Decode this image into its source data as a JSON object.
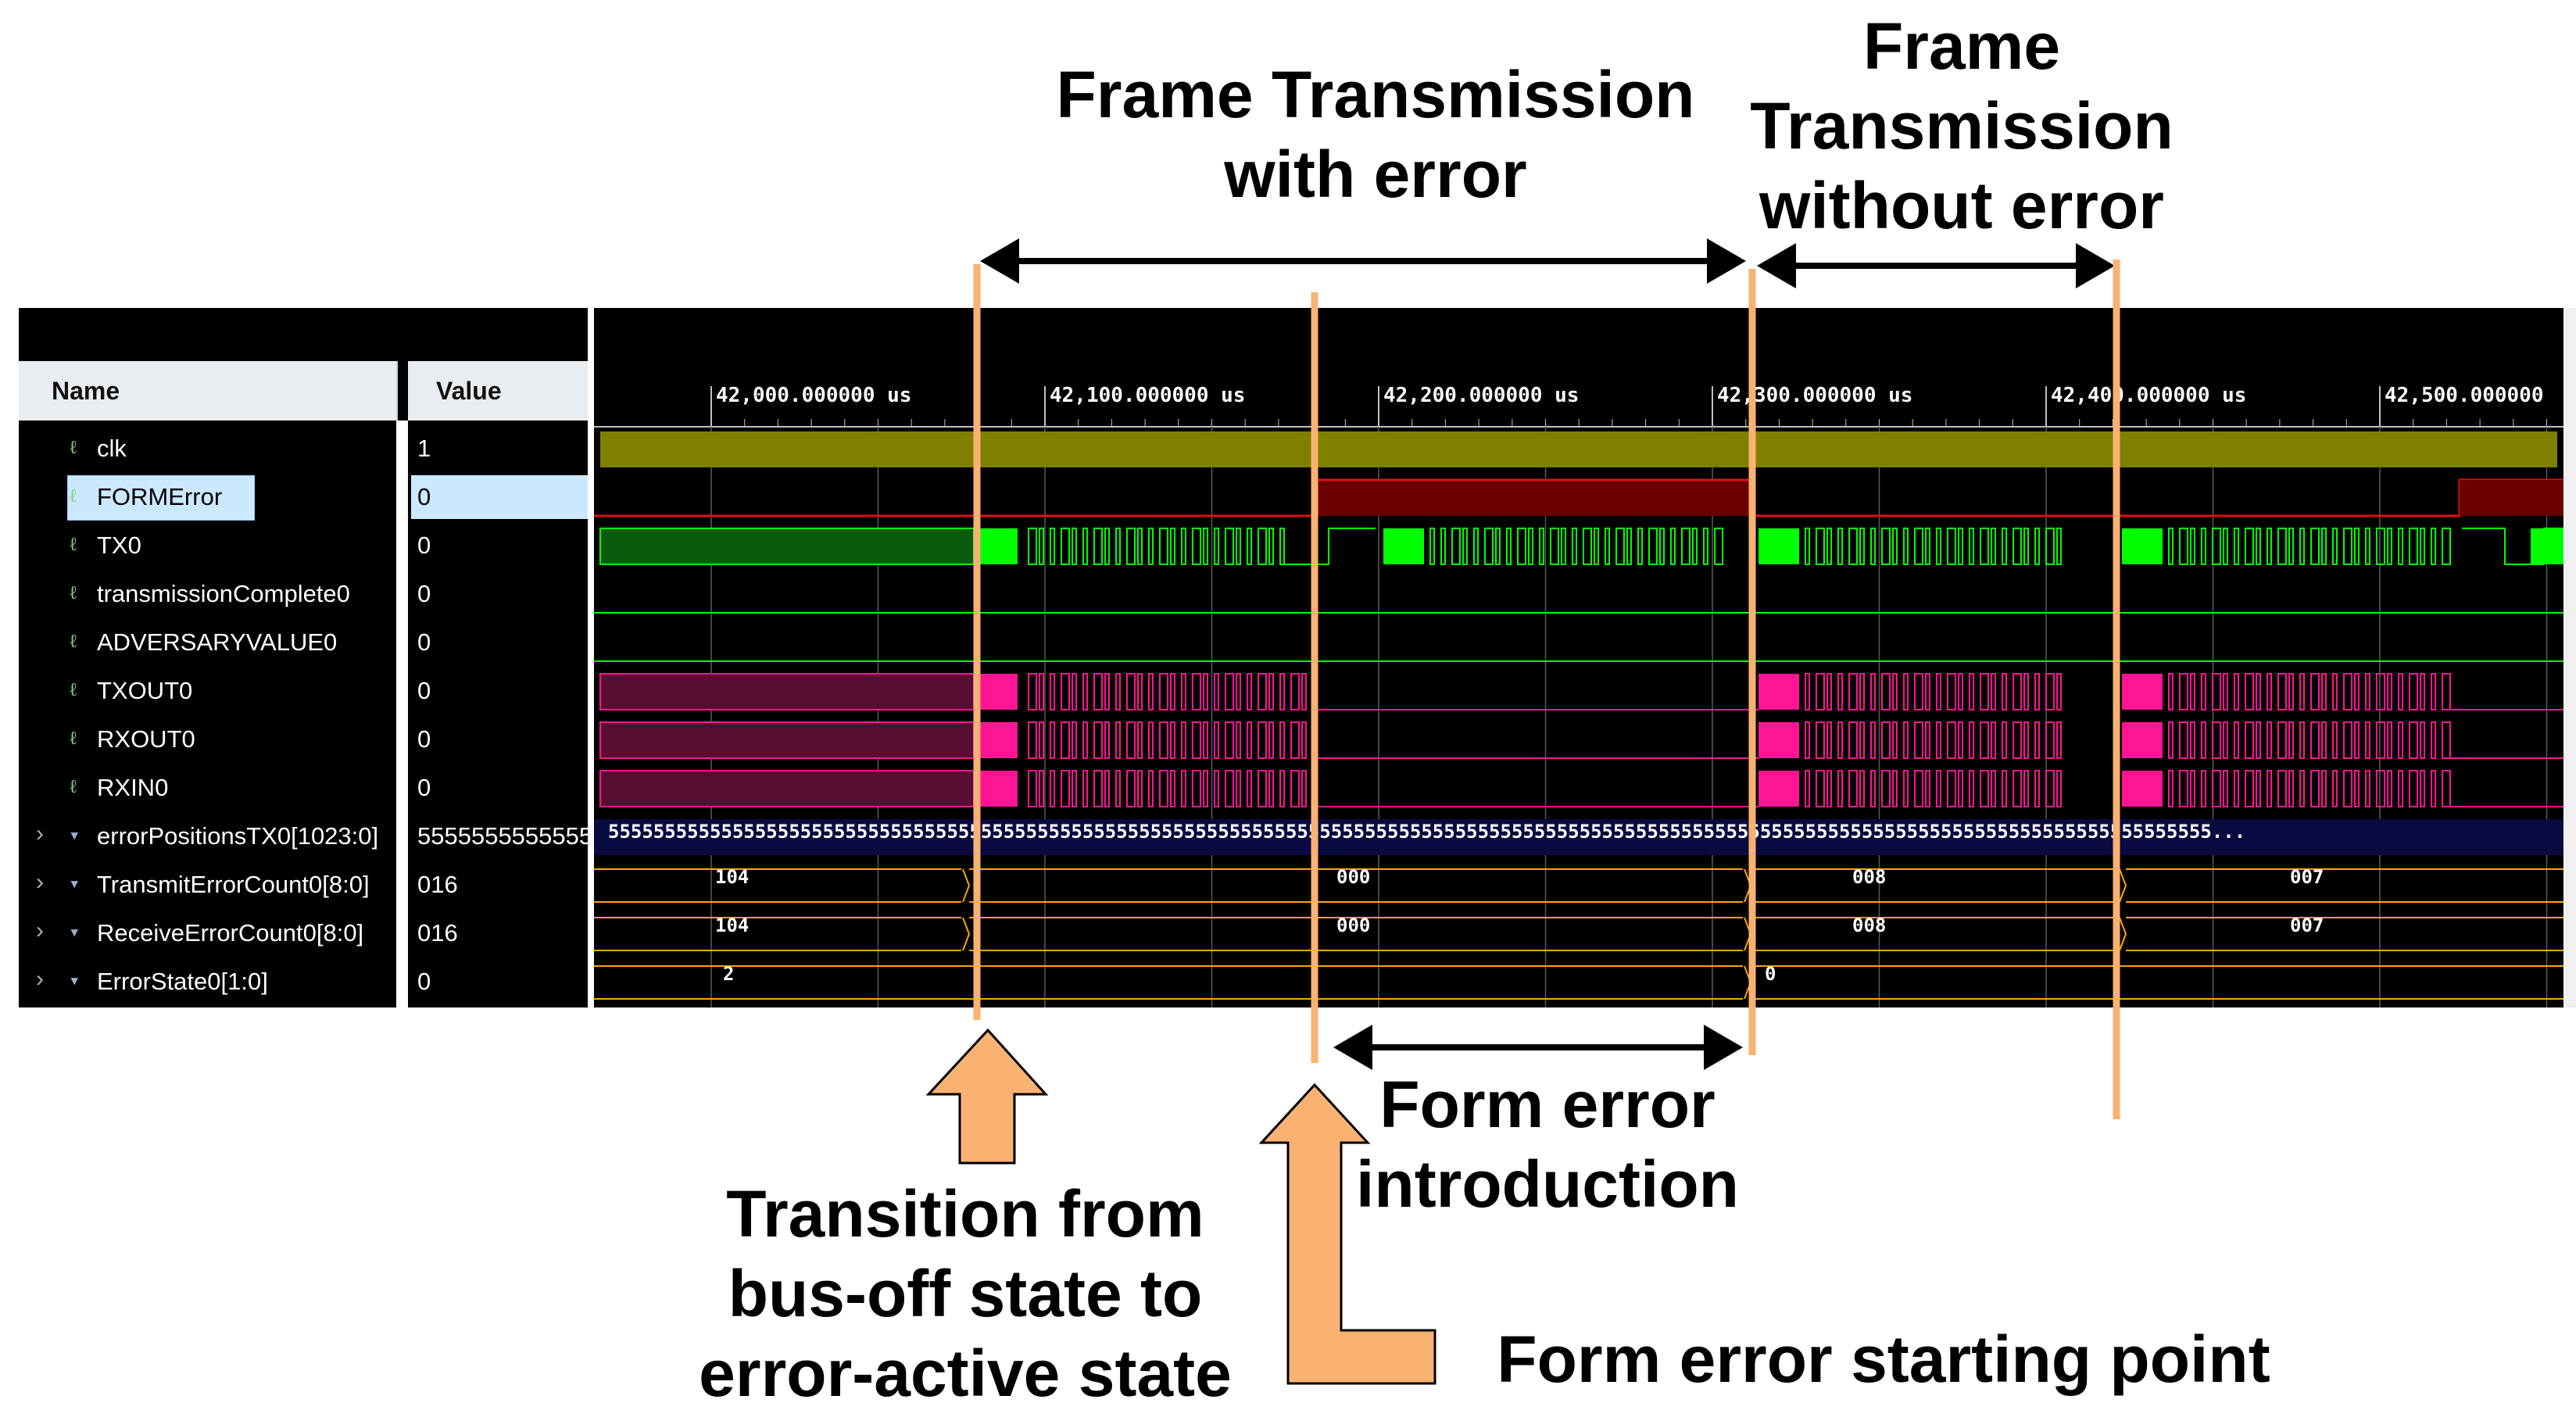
{
  "annotations": {
    "frame_with_error": [
      "Frame Transmission",
      "with error"
    ],
    "frame_without_error": [
      "Frame",
      "Transmission",
      "without error"
    ],
    "form_error_intro": [
      "Form error",
      "introduction"
    ],
    "transition": [
      "Transition from",
      "bus-off state to",
      "error-active state"
    ],
    "form_error_start": "Form error starting point"
  },
  "panel": {
    "name_header": "Name",
    "value_header": "Value"
  },
  "signals": [
    {
      "name": "clk",
      "value": "1",
      "kind": "bit"
    },
    {
      "name": "FORMError",
      "value": "0",
      "kind": "bit",
      "selected": true
    },
    {
      "name": "TX0",
      "value": "0",
      "kind": "bit"
    },
    {
      "name": "transmissionComplete0",
      "value": "0",
      "kind": "bit"
    },
    {
      "name": "ADVERSARYVALUE0",
      "value": "0",
      "kind": "bit"
    },
    {
      "name": "TXOUT0",
      "value": "0",
      "kind": "bit"
    },
    {
      "name": "RXOUT0",
      "value": "0",
      "kind": "bit"
    },
    {
      "name": "RXIN0",
      "value": "0",
      "kind": "bit"
    },
    {
      "name": "errorPositionsTX0[1023:0]",
      "value": "5555555555555",
      "kind": "bus"
    },
    {
      "name": "TransmitErrorCount0[8:0]",
      "value": "016",
      "kind": "bus"
    },
    {
      "name": "ReceiveErrorCount0[8:0]",
      "value": "016",
      "kind": "bus"
    },
    {
      "name": "ErrorState0[1:0]",
      "value": "0",
      "kind": "bus"
    }
  ],
  "time_axis": {
    "ticks": [
      "42,000.000000 us",
      "42,100.000000 us",
      "42,200.000000 us",
      "42,300.000000 us",
      "42,400.000000 us",
      "42,500.000000"
    ]
  },
  "bus_values": {
    "errorPositions": "5555555555555555555555555555555555555555555555555555555555555555555555555555555555555555555555555555555555555555555555555555555555555555555555...",
    "transmit_error_count": [
      "104",
      "000",
      "008",
      "007"
    ],
    "receive_error_count": [
      "104",
      "000",
      "008",
      "007"
    ],
    "error_state": [
      "2",
      "0"
    ]
  },
  "colors": {
    "clk": "#808000",
    "formerror": "#e01010",
    "tx": "#00ff00",
    "pink": "#ff1493",
    "marker": "#f9b272",
    "arrow_fill": "#f9b272",
    "bus": "#ffa500"
  }
}
